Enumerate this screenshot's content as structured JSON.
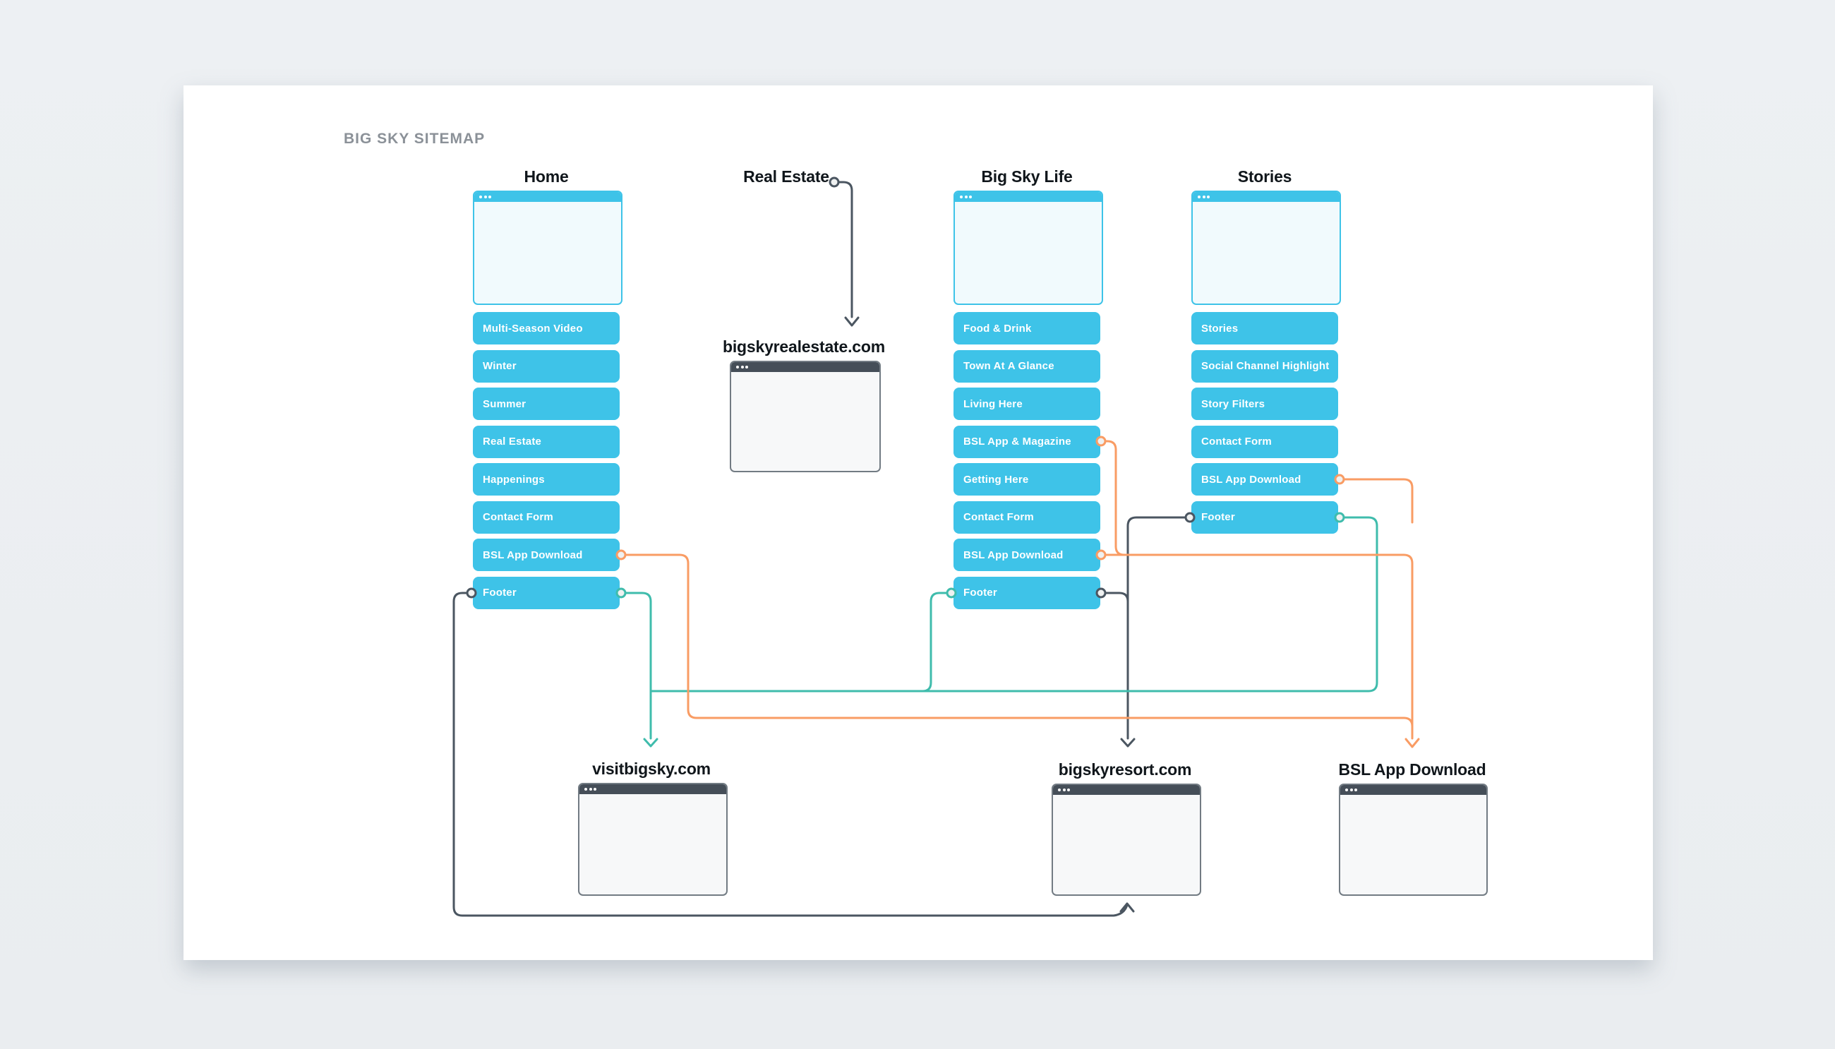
{
  "header": {
    "label": "BIG SKY SITEMAP"
  },
  "colors": {
    "node_cyan": "#3EC3E8",
    "wire_teal": "#3FBCAC",
    "wire_orange": "#F99C64",
    "wire_slate": "#4B5661",
    "window_header_dark": "#454E58",
    "header_text_gray": "#8B9198",
    "canvas_white": "#FFFFFF",
    "page_background": "#ECEFF2"
  },
  "columns": {
    "home": {
      "title": "Home",
      "items": [
        "Multi-Season Video",
        "Winter",
        "Summer",
        "Real Estate",
        "Happenings",
        "Contact Form",
        "BSL App Download",
        "Footer"
      ]
    },
    "real_estate": {
      "title": "Real Estate"
    },
    "big_sky_life": {
      "title": "Big Sky Life",
      "items": [
        "Food & Drink",
        "Town At A Glance",
        "Living Here",
        "BSL App & Magazine",
        "Getting Here",
        "Contact Form",
        "BSL App Download",
        "Footer"
      ]
    },
    "stories": {
      "title": "Stories",
      "items": [
        "Stories",
        "Social Channel Highlight",
        "Story Filters",
        "Contact Form",
        "BSL App Download",
        "Footer"
      ]
    }
  },
  "external_pages": {
    "bigskyrealestate": {
      "title": "bigskyrealestate.com"
    },
    "visitbigsky": {
      "title": "visitbigsky.com"
    },
    "bigskyresort": {
      "title": "bigskyresort.com"
    },
    "bsl_app_download": {
      "title": "BSL App Download"
    }
  },
  "connections": [
    {
      "from": "Real Estate",
      "to": "bigskyrealestate.com",
      "color": "slate"
    },
    {
      "from": "Home / Footer",
      "to": "bigskyresort.com",
      "color": "slate"
    },
    {
      "from": "Big Sky Life / Footer",
      "to": "bigskyresort.com",
      "color": "slate"
    },
    {
      "from": "Stories / Footer",
      "to": "bigskyresort.com",
      "color": "slate"
    },
    {
      "from": "Home / Footer",
      "to": "visitbigsky.com",
      "color": "teal"
    },
    {
      "from": "Big Sky Life / Footer",
      "to": "visitbigsky.com",
      "color": "teal"
    },
    {
      "from": "Stories / Footer",
      "to": "visitbigsky.com",
      "color": "teal"
    },
    {
      "from": "Home / BSL App Download",
      "to": "BSL App Download",
      "color": "orange"
    },
    {
      "from": "Big Sky Life / BSL App & Magazine",
      "to": "BSL App Download",
      "color": "orange"
    },
    {
      "from": "Big Sky Life / BSL App Download",
      "to": "BSL App Download",
      "color": "orange"
    },
    {
      "from": "Stories / BSL App Download",
      "to": "BSL App Download",
      "color": "orange"
    }
  ]
}
